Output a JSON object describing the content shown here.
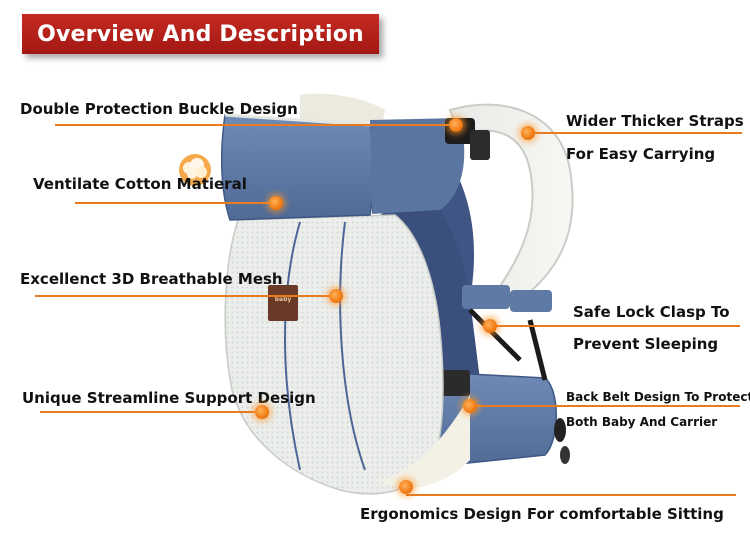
{
  "banner": {
    "title": "Overview And Description"
  },
  "product": {
    "tag_text": "baby"
  },
  "colors": {
    "banner": "#b52019",
    "accent_line": "#e87a20",
    "dot": "#f07a12",
    "fabric_blue": "#5f7aa4",
    "mesh": "#e9ece9"
  },
  "icons": {
    "cotton": "cotton-ball-icon"
  },
  "callouts": {
    "buckle": "Double Protection Buckle Design",
    "cotton": "Ventilate Cotton Matieral",
    "mesh": "Excellenct 3D Breathable Mesh",
    "streamline": "Unique Streamline Support Design",
    "straps_1": "Wider Thicker Straps",
    "straps_2": "For Easy Carrying",
    "clasp_1": "Safe Lock Clasp To",
    "clasp_2": "Prevent Sleeping",
    "belt_1": "Back Belt Design To Protect",
    "belt_2": "Both Baby And Carrier",
    "ergonomics": "Ergonomics Design For comfortable Sitting"
  }
}
